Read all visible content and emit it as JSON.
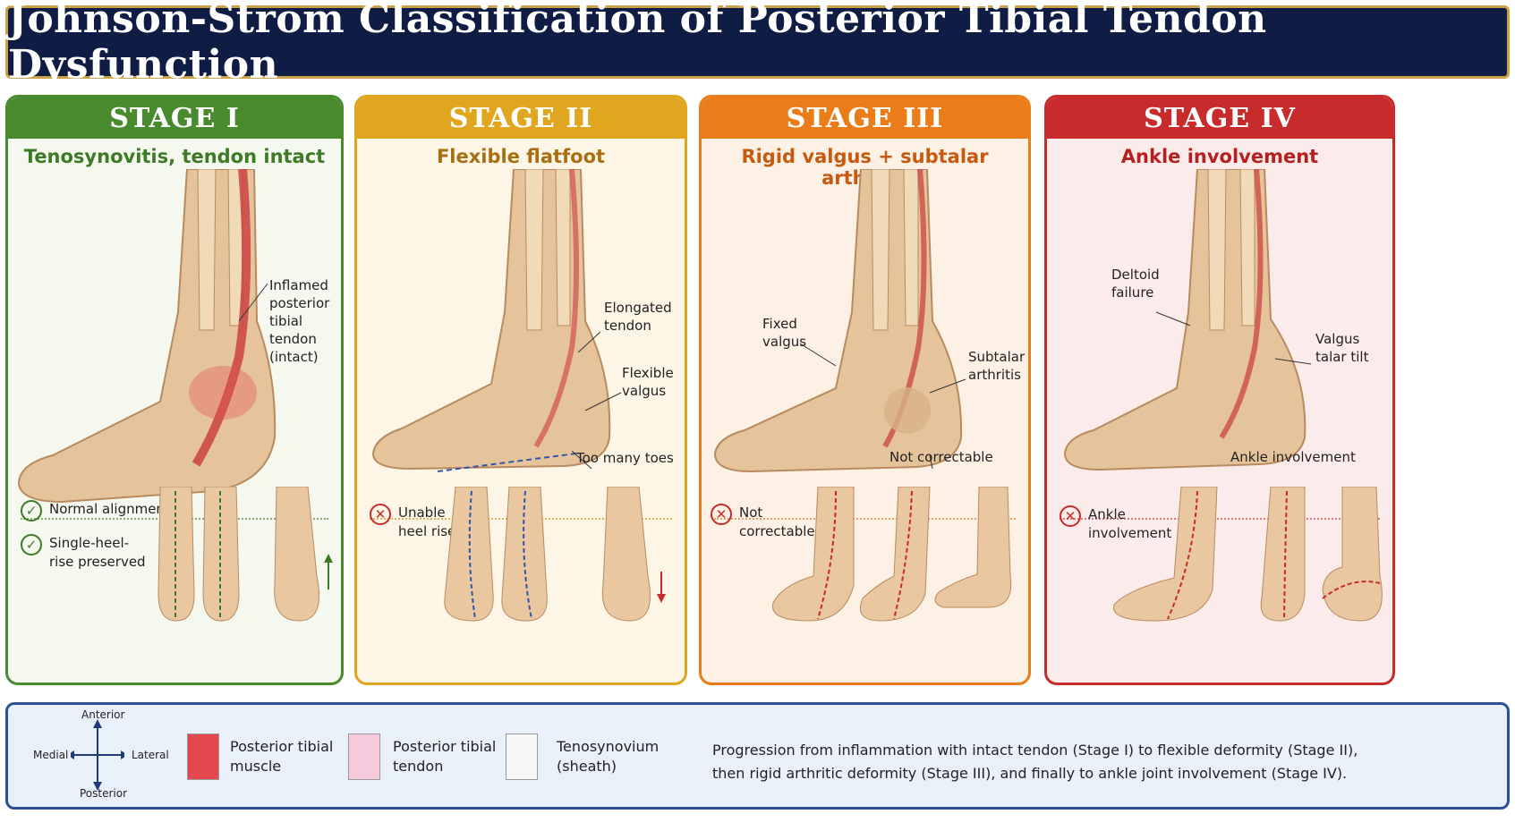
{
  "title": "Johnson-Strom Classification of Posterior Tibial Tendon Dysfunction",
  "colors": {
    "stage1": "#4a8a2e",
    "stage2": "#e1a61f",
    "stage3": "#ea7d1a",
    "stage4": "#c72b2b",
    "navy": "#0f1d44",
    "gold": "#c9a24a"
  },
  "stages": [
    {
      "header": "STAGE I",
      "subtitle": "Tenosynovitis, tendon intact",
      "labels": [
        "Inflamed",
        "posterior tibial",
        "tendon",
        "(intact)"
      ],
      "notes": [
        {
          "icon": "check",
          "text": "Normal alignment"
        },
        {
          "icon": "check",
          "text": "Single-heel-rise preserved"
        }
      ]
    },
    {
      "header": "STAGE II",
      "subtitle": "Flexible flatfoot",
      "labels": [
        "Elongated tendon",
        "Flexible valgus",
        "Too many toes"
      ],
      "notes": [
        {
          "icon": "cross",
          "text": "Unable heel rise"
        }
      ]
    },
    {
      "header": "STAGE III",
      "subtitle": "Rigid valgus + subtalar arthritis",
      "labels": [
        "Fixed valgus",
        "Subtalar arthritis",
        "Not correctable"
      ],
      "notes": [
        {
          "icon": "cross",
          "text": "Not correctable"
        }
      ]
    },
    {
      "header": "STAGE IV",
      "subtitle": "Ankle involvement",
      "labels": [
        "Deltoid failure",
        "Valgus talar tilt",
        "Ankle involvement"
      ],
      "notes": [
        {
          "icon": "cross",
          "text": "Ankle involvement"
        }
      ]
    }
  ],
  "legend": {
    "compass": {
      "anterior": "Anterior",
      "posterior": "Posterior",
      "medial": "Medial",
      "lateral": "Lateral"
    },
    "items": [
      {
        "label": "Posterior tibial muscle"
      },
      {
        "label": "Posterior tibial tendon"
      },
      {
        "label": "Tenosynovium (sheath)"
      }
    ],
    "summary_line1": "Progression from inflammation with intact tendon (Stage I) to flexible deformity (Stage II),",
    "summary_line2": "then rigid arthritic deformity (Stage III), and finally to ankle joint involvement (Stage IV)."
  }
}
